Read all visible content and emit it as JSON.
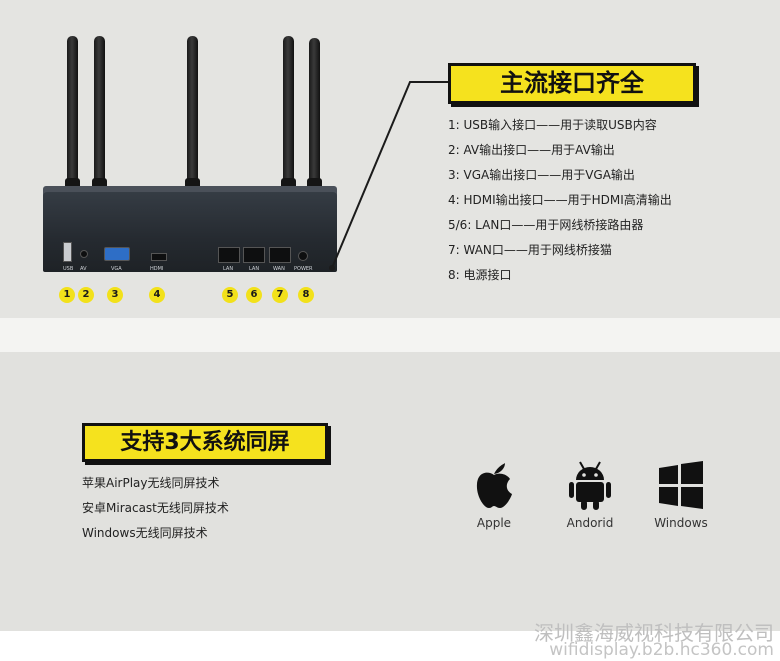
{
  "top_section": {
    "heading": "主流接口齐全",
    "specs": [
      "1: USB输入接口——用于读取USB内容",
      "2: AV输出接口——用于AV输出",
      "3: VGA输出接口——用于VGA输出",
      "4: HDMI输出接口——用于HDMI高清输出",
      "5/6: LAN口——用于网线桥接路由器",
      "7: WAN口——用于网线桥接猫",
      "8: 电源接口"
    ],
    "port_labels": {
      "usb": "USB",
      "av": "AV",
      "vga": "VGA",
      "hdmi": "HDMI",
      "lan1": "LAN",
      "lan2": "LAN",
      "wan": "WAN",
      "power": "POWER"
    },
    "port_numbers": [
      "1",
      "2",
      "3",
      "4",
      "5",
      "6",
      "7",
      "8"
    ]
  },
  "bottom_section": {
    "heading": "支持3大系统同屏",
    "features": [
      "苹果AirPlay无线同屏技术",
      "安卓Miracast无线同屏技术",
      "Windows无线同屏技术"
    ],
    "systems": [
      {
        "label": "Apple",
        "icon": "apple-icon"
      },
      {
        "label": "Andorid",
        "icon": "android-icon"
      },
      {
        "label": "Windows",
        "icon": "windows-icon"
      }
    ]
  },
  "watermark": {
    "company": "深圳鑫海威视科技有限公司",
    "website": "wifidisplay.b2b.hc360.com"
  },
  "colors": {
    "banner_yellow": "#f5e21e",
    "number_badge": "#f2e11a",
    "panel_grey": "#e4e4e1"
  }
}
